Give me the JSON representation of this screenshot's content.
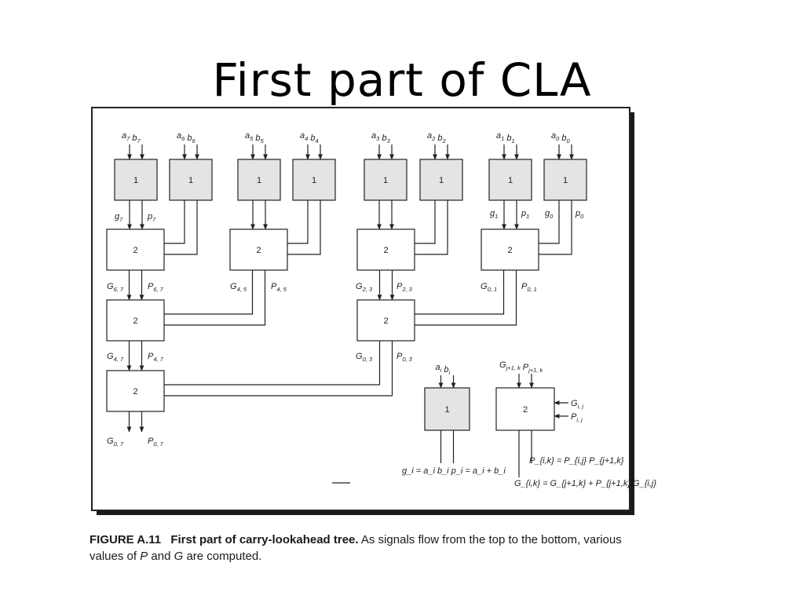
{
  "slide": {
    "title": "First part of CLA"
  },
  "figure": {
    "number": "FIGURE A.11",
    "title": "First part of carry-lookahead tree.",
    "description_parts": [
      "As signals flow from the top to the bottom, various values of ",
      "P",
      " and ",
      "G",
      " are computed."
    ]
  },
  "diagram": {
    "level1_box_label": "1",
    "level2_box_label": "2",
    "inputs": [
      {
        "a": "a",
        "a_sub": "7",
        "b": "b",
        "b_sub": "7"
      },
      {
        "a": "a",
        "a_sub": "6",
        "b": "b",
        "b_sub": "6"
      },
      {
        "a": "a",
        "a_sub": "5",
        "b": "b",
        "b_sub": "5"
      },
      {
        "a": "a",
        "a_sub": "4",
        "b": "b",
        "b_sub": "4"
      },
      {
        "a": "a",
        "a_sub": "3",
        "b": "b",
        "b_sub": "3"
      },
      {
        "a": "a",
        "a_sub": "2",
        "b": "b",
        "b_sub": "2"
      },
      {
        "a": "a",
        "a_sub": "1",
        "b": "b",
        "b_sub": "1"
      },
      {
        "a": "a",
        "a_sub": "0",
        "b": "b",
        "b_sub": "0"
      }
    ],
    "level1_outputs": [
      {
        "g": "g",
        "g_sub": "7",
        "p": "p",
        "p_sub": "7"
      },
      {
        "g": "g",
        "g_sub": "1",
        "p": "p",
        "p_sub": "1"
      },
      {
        "g": "g",
        "g_sub": "0",
        "p": "p",
        "p_sub": "0"
      }
    ],
    "level2_outputs": [
      {
        "g": "G",
        "g_sub": "6, 7",
        "p": "P",
        "p_sub": "6, 7"
      },
      {
        "g": "G",
        "g_sub": "4, 5",
        "p": "P",
        "p_sub": "4, 5"
      },
      {
        "g": "G",
        "g_sub": "2, 3",
        "p": "P",
        "p_sub": "2, 3"
      },
      {
        "g": "G",
        "g_sub": "0, 1",
        "p": "P",
        "p_sub": "0, 1"
      }
    ],
    "level3_outputs": [
      {
        "g": "G",
        "g_sub": "4, 7",
        "p": "P",
        "p_sub": "4, 7"
      },
      {
        "g": "G",
        "g_sub": "0, 3",
        "p": "P",
        "p_sub": "0, 3"
      }
    ],
    "final_output": {
      "g": "G",
      "g_sub": "0, 7",
      "p": "P",
      "p_sub": "0, 7"
    },
    "legend": {
      "box1_inputs": {
        "a": "a",
        "a_sub": "i",
        "b": "b",
        "b_sub": "i"
      },
      "box1_formula": "g_i = a_i b_i   p_i = a_i + b_i",
      "box2_inputs": {
        "g": "G",
        "g_sub": "j+1, k",
        "p": "P",
        "p_sub": "j+1, k"
      },
      "box2_side_inputs": {
        "g": "G",
        "g_sub": "i, j",
        "p": "P",
        "p_sub": "i, j"
      },
      "p_formula": "P_{i,k} = P_{i,j} P_{j+1,k}",
      "g_formula": "G_{i,k} = G_{j+1,k} + P_{j+1,k} G_{i,j}"
    }
  }
}
